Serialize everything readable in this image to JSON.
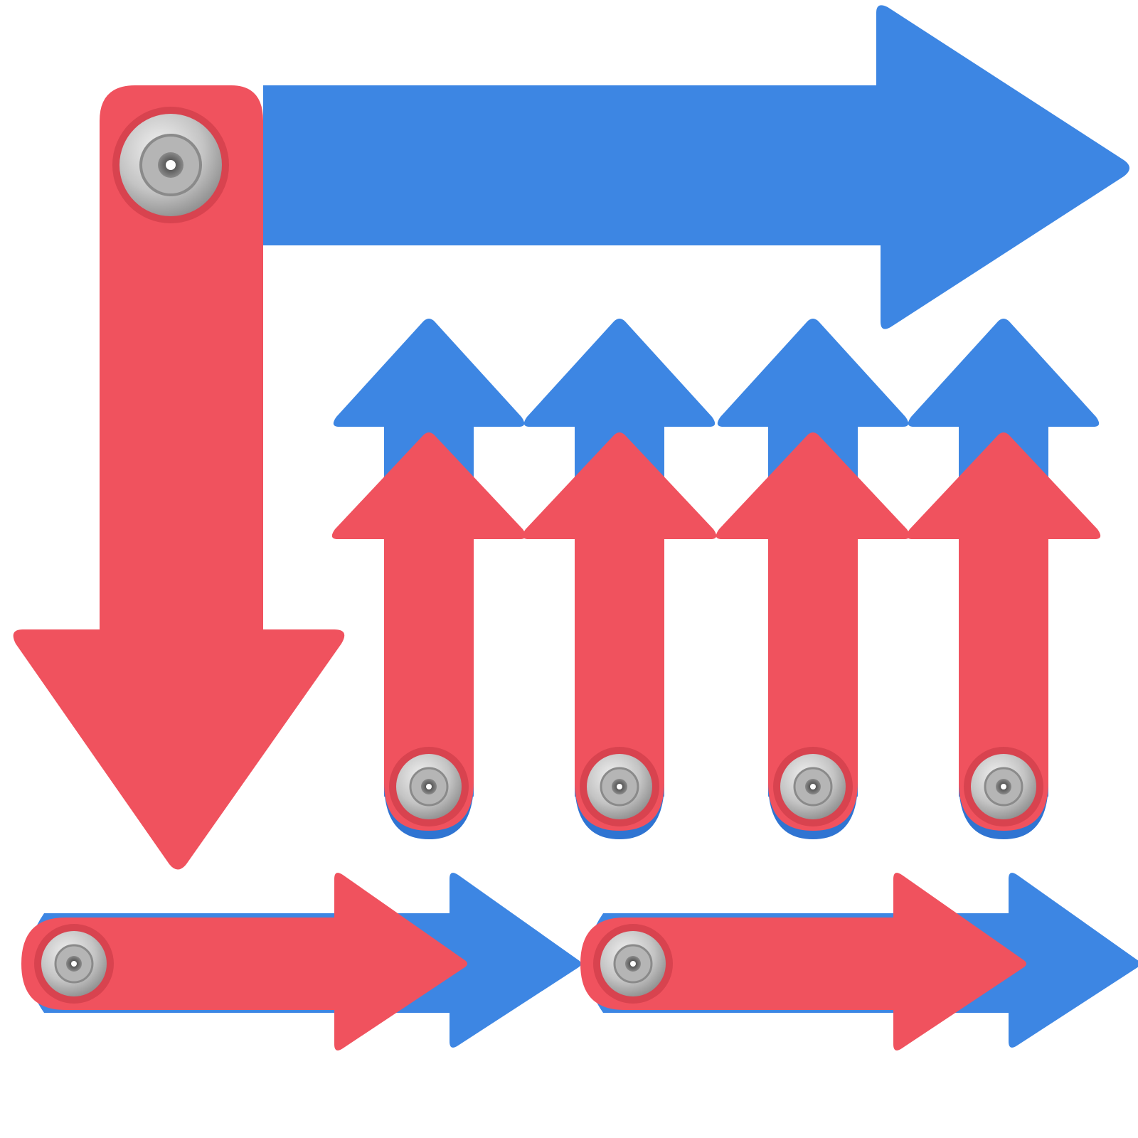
{
  "image": {
    "subject": "arrow-pieces",
    "colors": {
      "blue": "#3d86e3",
      "blue_shade": "#2f74d2",
      "red": "#f0525e",
      "red_shade": "#d8434f",
      "rivet": "#c9c9c9",
      "rivet_dark": "#7a7a7a",
      "rivet_light": "#ececec",
      "background": "#ffffff"
    },
    "pieces": [
      {
        "name": "large-arrow-pair",
        "blue_direction": "right",
        "red_direction": "down"
      },
      {
        "name": "small-up-arrow-pair-1",
        "blue_direction": "up",
        "red_direction": "up"
      },
      {
        "name": "small-up-arrow-pair-2",
        "blue_direction": "up",
        "red_direction": "up"
      },
      {
        "name": "small-up-arrow-pair-3",
        "blue_direction": "up",
        "red_direction": "up"
      },
      {
        "name": "small-up-arrow-pair-4",
        "blue_direction": "up",
        "red_direction": "up"
      },
      {
        "name": "small-right-arrow-pair-1",
        "blue_direction": "right",
        "red_direction": "right"
      },
      {
        "name": "small-right-arrow-pair-2",
        "blue_direction": "right",
        "red_direction": "right"
      }
    ]
  }
}
